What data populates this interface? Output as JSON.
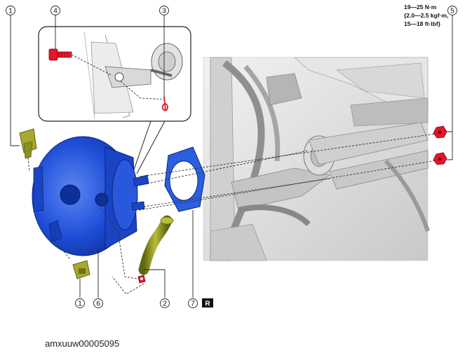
{
  "callouts": {
    "c1_top": "1",
    "c1_bottom": "1",
    "c2": "2",
    "c3": "3",
    "c4": "4",
    "c5": "5",
    "c6": "6",
    "c7": "7"
  },
  "replace_mark": "R",
  "torque": {
    "line1": "19—25 N·m",
    "line2": "{2.0—2.5 kgf·m,",
    "line3": "15—18 ft·lbf}"
  },
  "figure_code": "amxuuw00005095",
  "colors": {
    "booster": "#1f4fd8",
    "gasket": "#2b5fe0",
    "fastener": "#e0182a",
    "hose": "#8a8f20",
    "clip": "#a8a830"
  }
}
